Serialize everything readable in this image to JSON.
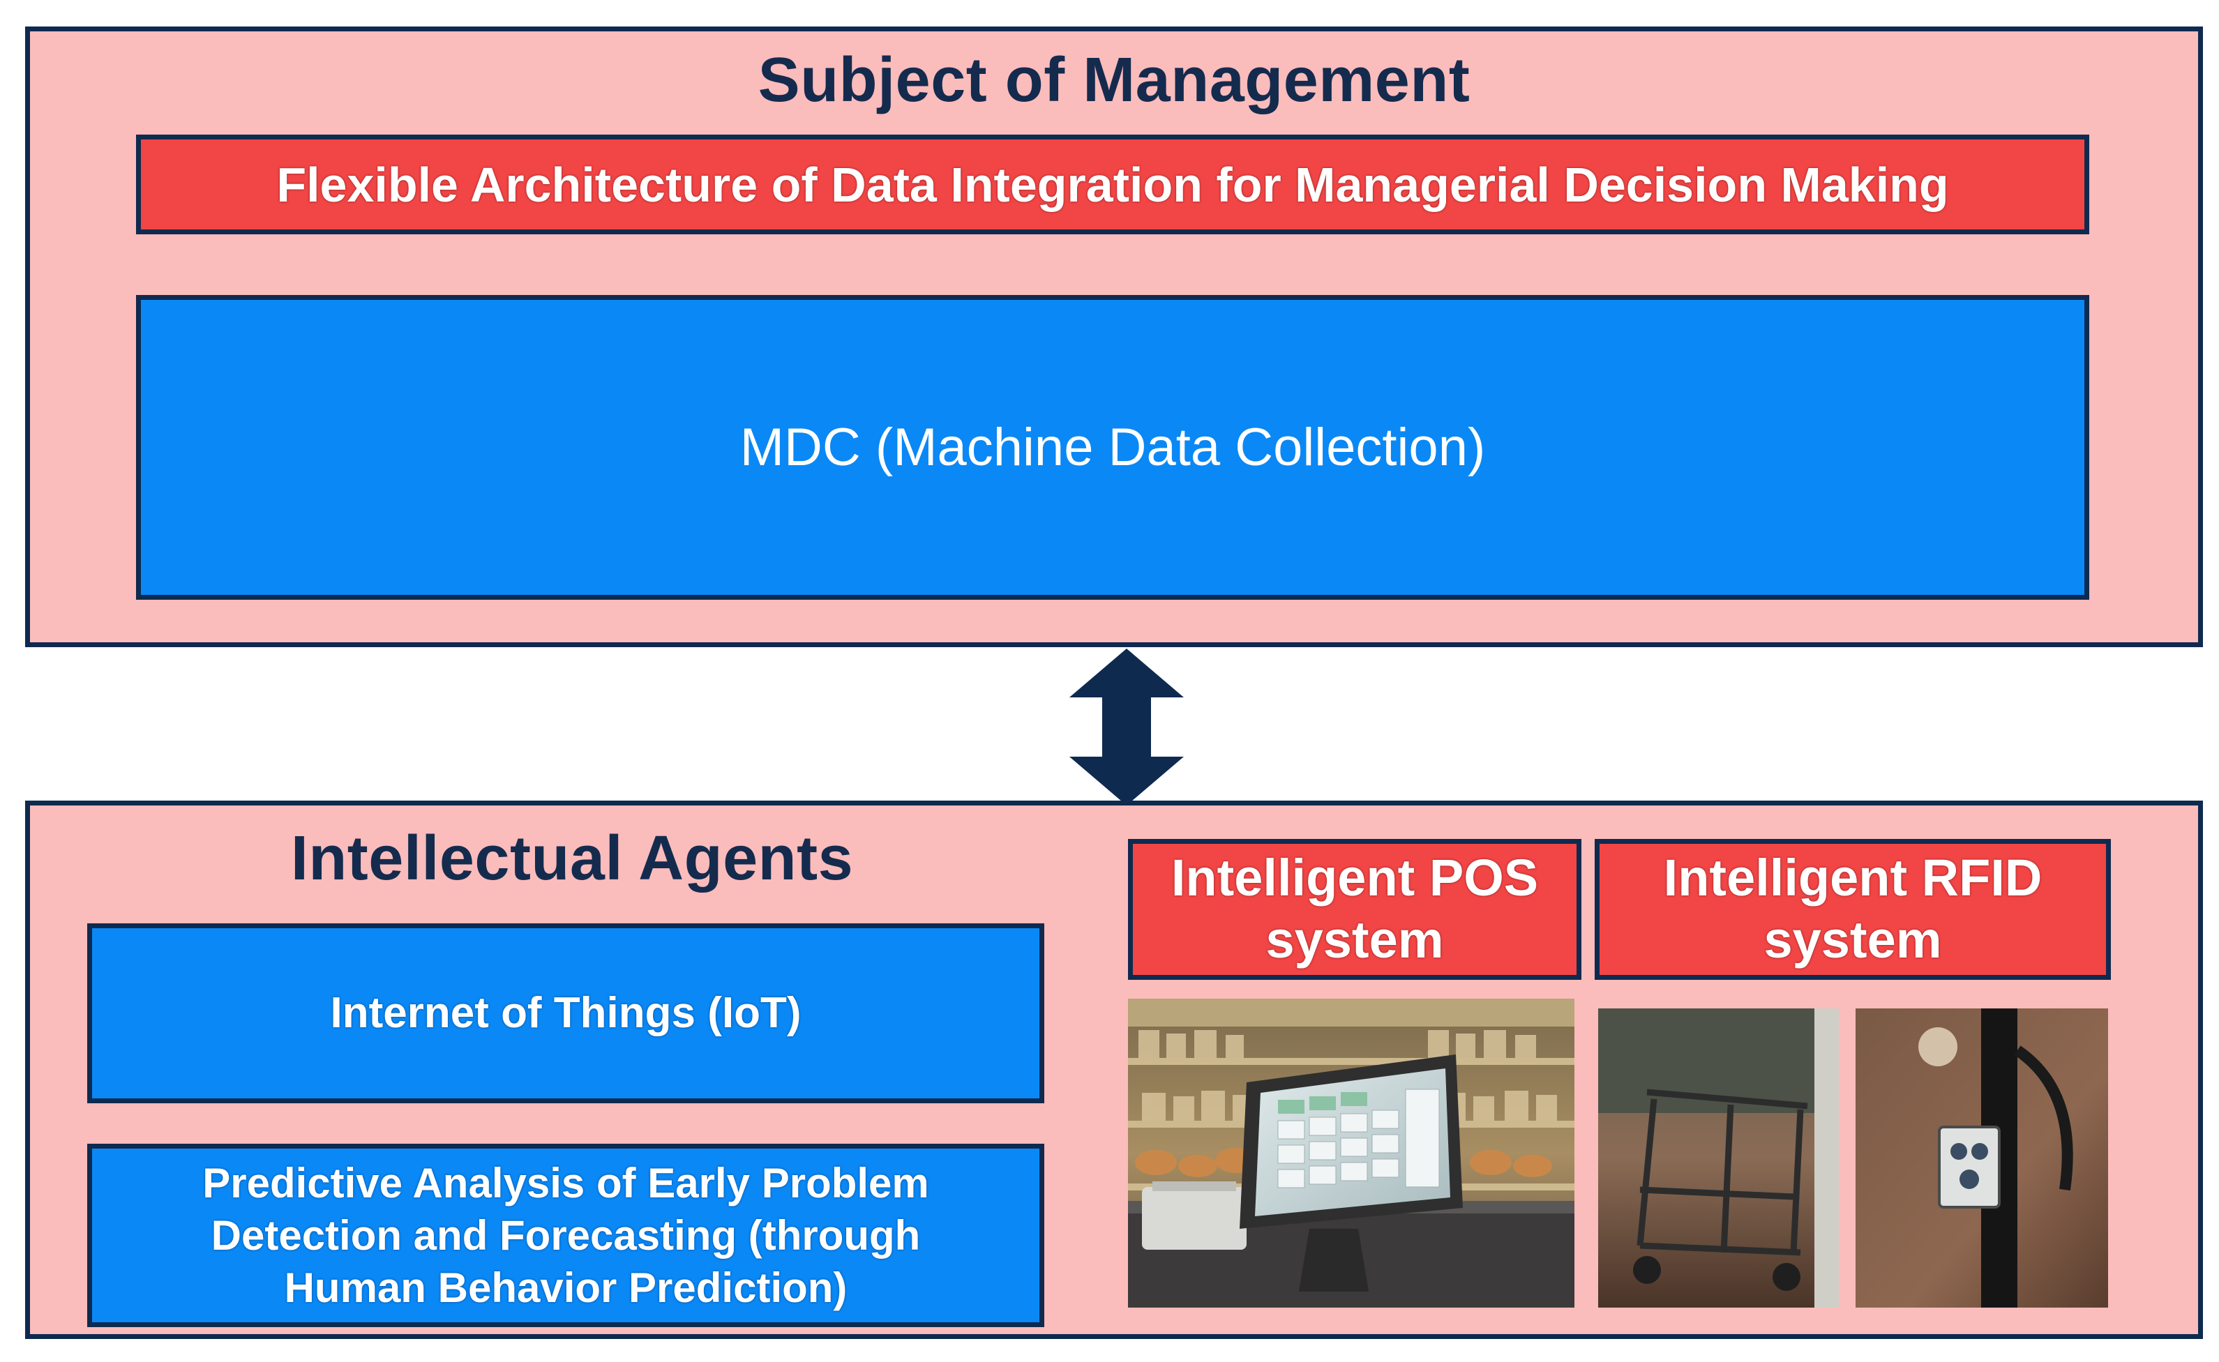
{
  "top_panel": {
    "title": "Subject of Management",
    "banner": "Flexible Architecture of Data Integration for Managerial Decision Making",
    "mdc": "MDC (Machine Data Collection)"
  },
  "bottom_panel": {
    "title": "Intellectual Agents",
    "iot": "Internet of Things (IoT)",
    "predictive": "Predictive Analysis of Early Problem Detection and Forecasting  (through Human Behavior Prediction)",
    "pos": "Intelligent POS system",
    "rfid": "Intelligent RFID system"
  },
  "connector": {
    "icon": "double-arrow-vertical"
  },
  "colors": {
    "panel_bg": "#fbbcbc",
    "border": "#0f2a4f",
    "red": "#f24545",
    "blue": "#0a88f5",
    "title_text": "#142b4e"
  }
}
